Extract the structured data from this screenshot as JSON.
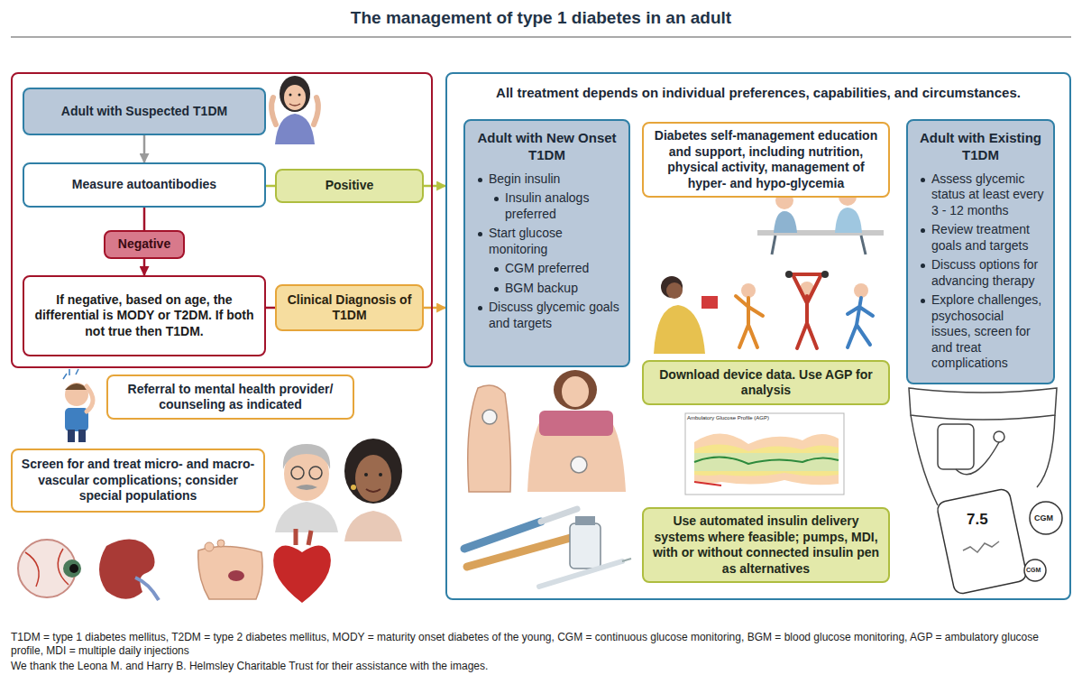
{
  "diagram": {
    "title": "The management of type 1 diabetes in an adult",
    "caption": "T1DM = type 1 diabetes mellitus, T2DM = type 2 diabetes mellitus, MODY = maturity onset diabetes of the young, CGM = continuous glucose monitoring, BGM = blood glucose monitoring, AGP = ambulatory glucose profile, MDI = multiple daily injections",
    "nodes": [
      {
        "text": [
          "Adult with Suspected T1DM"
        ]
      },
      {
        "text": [
          "Measure autoantibodies"
        ]
      },
      {
        "text": [
          "Positive"
        ]
      },
      {
        "text": [
          "Negative"
        ]
      },
      {
        "text": [
          "If negative, based on age, the differential is MODY or T2DM. If both not true then T1DM."
        ]
      },
      {
        "text": [
          "Clinical Diagnosis of T1DM"
        ]
      },
      {
        "text": [
          "Referral to mental health provider/ counseling as indicated"
        ]
      },
      {
        "text": [
          "Screen for and treat micro- and macro-vascular complications; consider special populations"
        ]
      },
      {
        "text": [
          "All treatment depends on individual preferences, capabilities, and circumstances."
        ]
      },
      {
        "text": [
          "Adult with New Onset T1DM",
          "Begin insulin",
          "Insulin analogs preferred",
          "Start glucose monitoring",
          "CGM preferred",
          "BGM backup",
          "Discuss glycemic goals and targets"
        ],
        "in": 8
      },
      {
        "text": [
          "Diabetes self-management education and support, including nutrition, physical activity, management of hyper- and hypo-glycemia"
        ],
        "in": 8
      },
      {
        "text": [
          "Adult with Existing T1DM",
          "Assess glycemic status at least every 3 - 12 months",
          "Review treatment goals and targets",
          "Discuss options for advancing therapy",
          "Explore challenges, psychosocial issues, screen for and treat complications"
        ],
        "in": 8
      },
      {
        "text": [
          "Download device data. Use AGP for analysis"
        ],
        "in": 8
      },
      {
        "text": [
          "Use automated insulin delivery systems where feasible; pumps, MDI, with or without connected insulin pen as alternatives"
        ],
        "in": 8
      }
    ],
    "edges": [
      {
        "from": 0,
        "to": 1,
        "arrow": "to"
      },
      {
        "from": 1,
        "to": 3,
        "arrow": "none"
      },
      {
        "from": 3,
        "to": 4,
        "arrow": "to"
      },
      {
        "from": 1,
        "to": 2,
        "arrow": "none"
      },
      {
        "from": 2,
        "to": 8,
        "arrow": "to"
      },
      {
        "from": 4,
        "to": 5,
        "arrow": "none"
      },
      {
        "from": 5,
        "to": 8,
        "arrow": "to"
      }
    ],
    "labels": [
      "Ambulatory Glucose Profile (AGP)",
      "7.5",
      "CGM",
      "CGM",
      "We thank the Leona M. and Harry B. Helmsley Charitable Trust for their assistance with the images."
    ]
  }
}
